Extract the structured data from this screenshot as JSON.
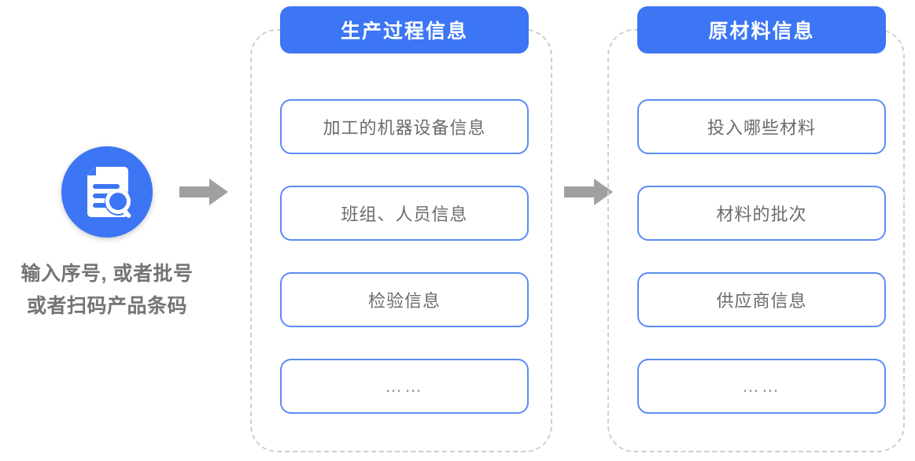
{
  "diagram": {
    "input": {
      "icon": "document-search-icon",
      "caption_line1": "输入序号, 或者批号",
      "caption_line2": "或者扫码产品条码"
    },
    "arrows": [
      {
        "name": "arrow-input-to-process"
      },
      {
        "name": "arrow-process-to-material"
      }
    ],
    "groups": [
      {
        "header": "生产过程信息",
        "items": [
          "加工的机器设备信息",
          "班组、人员信息",
          "检验信息",
          "……"
        ]
      },
      {
        "header": "原材料信息",
        "items": [
          "投入哪些材料",
          "材料的批次",
          "供应商信息",
          "……"
        ]
      }
    ],
    "colors": {
      "brand_blue": "#3c76f5",
      "item_border_blue": "#5b8cf5",
      "dashed_gray": "#cfcfcf",
      "arrow_gray": "#a0a0a0",
      "text_gray": "#6b6b6b",
      "caption_gray": "#747474"
    }
  }
}
